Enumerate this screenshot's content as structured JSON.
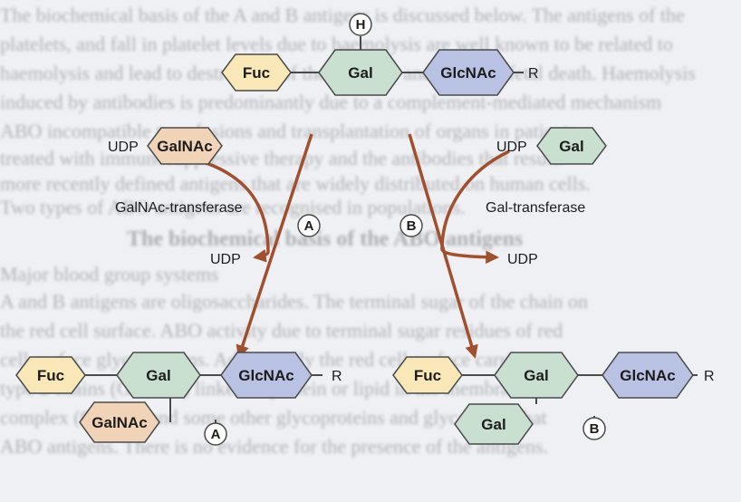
{
  "background": {
    "text_lines": [
      "The biochemical basis of the A and B antigens is discussed below. The antigens of the",
      "platelets, and fall in platelet levels due to haemolysis are well known to be related to",
      "haemolysis and lead to destruction of the red cells and cause of fetal death. Haemolysis",
      "induced by antibodies is predominantly due to a complement-mediated mechanism",
      "ABO incompatible transfusions and transplantation of organs in patients",
      "treated with immunosuppressive therapy and the antibodies that result.",
      "more recently defined antigens that are widely distributed on human cells.",
      "Two types of ABO antigens are recognised in populations.",
      "Major blood group systems",
      "A and B antigens are oligosaccharides. The terminal sugar of the chain on",
      "the red cell surface. ABO activity due to terminal sugar residues of red",
      "cell surface glycoproteins. Additionally the red cell surface carries",
      "type 2 chains (GlcNAc) linked to protein or lipid in the membrane and",
      "complex (CD173) and some other glycoproteins and glycolipids that",
      "ABO antigens. There is no evidence for the presence of the antigens."
    ],
    "heading": "The biochemical basis of the ABO antigens"
  },
  "colors": {
    "fuc": "#f9e7b7",
    "gal": "#c9dfd0",
    "glcnac": "#bac2e3",
    "galnac": "#f1d4b8",
    "stroke": "#4a4a4a",
    "arrow": "#a14f2c",
    "badge": "#ffffff"
  },
  "top_chain": {
    "badge": "H",
    "nodes": [
      "Fuc",
      "Gal",
      "GlcNAc"
    ],
    "terminal": "R"
  },
  "left_reaction": {
    "donor_prefix": "UDP",
    "donor_sugar": "GalNAc",
    "enzyme": "GalNAc-transferase",
    "badge": "A",
    "released": "UDP"
  },
  "right_reaction": {
    "donor_prefix": "UDP",
    "donor_sugar": "Gal",
    "enzyme": "Gal-transferase",
    "badge": "B",
    "released": "UDP"
  },
  "product_a": {
    "nodes": [
      "Fuc",
      "Gal",
      "GlcNAc"
    ],
    "terminal": "R",
    "branch": "GalNAc",
    "badge": "A"
  },
  "product_b": {
    "nodes": [
      "Fuc",
      "Gal",
      "GlcNAc"
    ],
    "terminal": "R",
    "branch": "Gal",
    "badge": "B"
  }
}
